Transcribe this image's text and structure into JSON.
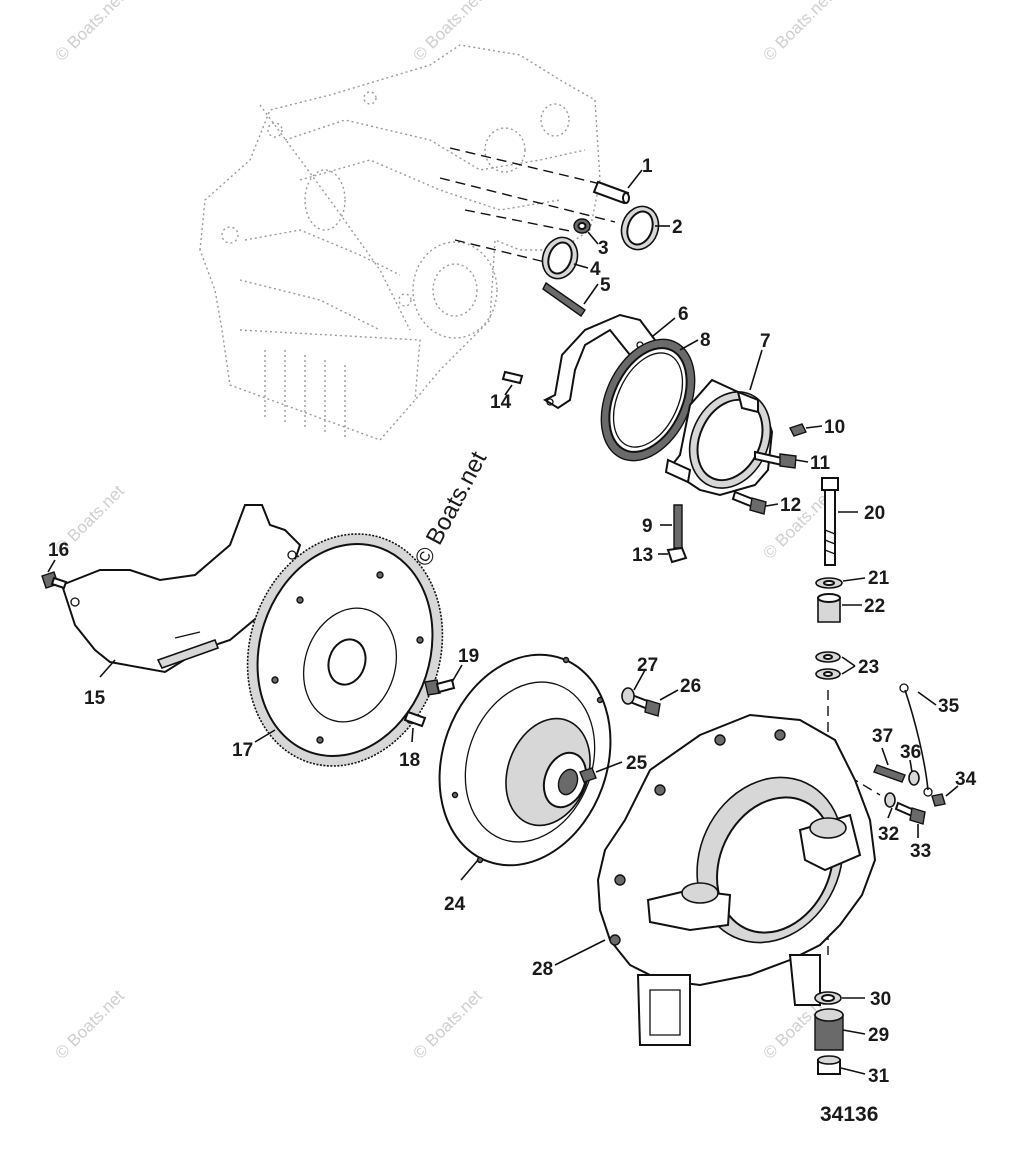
{
  "watermark": {
    "small_text": "© Boats.net",
    "large_text": "© Boats.net"
  },
  "reference_number": "34136",
  "callouts": [
    {
      "id": "c1",
      "label": "1"
    },
    {
      "id": "c2",
      "label": "2"
    },
    {
      "id": "c3",
      "label": "3"
    },
    {
      "id": "c4",
      "label": "4"
    },
    {
      "id": "c5",
      "label": "5"
    },
    {
      "id": "c6",
      "label": "6"
    },
    {
      "id": "c7",
      "label": "7"
    },
    {
      "id": "c8",
      "label": "8"
    },
    {
      "id": "c9",
      "label": "9"
    },
    {
      "id": "c10",
      "label": "10"
    },
    {
      "id": "c11",
      "label": "11"
    },
    {
      "id": "c12",
      "label": "12"
    },
    {
      "id": "c13",
      "label": "13"
    },
    {
      "id": "c14",
      "label": "14"
    },
    {
      "id": "c15",
      "label": "15"
    },
    {
      "id": "c16",
      "label": "16"
    },
    {
      "id": "c17",
      "label": "17"
    },
    {
      "id": "c18",
      "label": "18"
    },
    {
      "id": "c19",
      "label": "19"
    },
    {
      "id": "c20",
      "label": "20"
    },
    {
      "id": "c21",
      "label": "21"
    },
    {
      "id": "c22",
      "label": "22"
    },
    {
      "id": "c23",
      "label": "23"
    },
    {
      "id": "c24",
      "label": "24"
    },
    {
      "id": "c25",
      "label": "25"
    },
    {
      "id": "c26",
      "label": "26"
    },
    {
      "id": "c27",
      "label": "27"
    },
    {
      "id": "c28",
      "label": "28"
    },
    {
      "id": "c29",
      "label": "29"
    },
    {
      "id": "c30",
      "label": "30"
    },
    {
      "id": "c31",
      "label": "31"
    },
    {
      "id": "c32",
      "label": "32"
    },
    {
      "id": "c33",
      "label": "33"
    },
    {
      "id": "c34",
      "label": "34"
    },
    {
      "id": "c35",
      "label": "35"
    },
    {
      "id": "c36",
      "label": "36"
    },
    {
      "id": "c37",
      "label": "37"
    }
  ]
}
